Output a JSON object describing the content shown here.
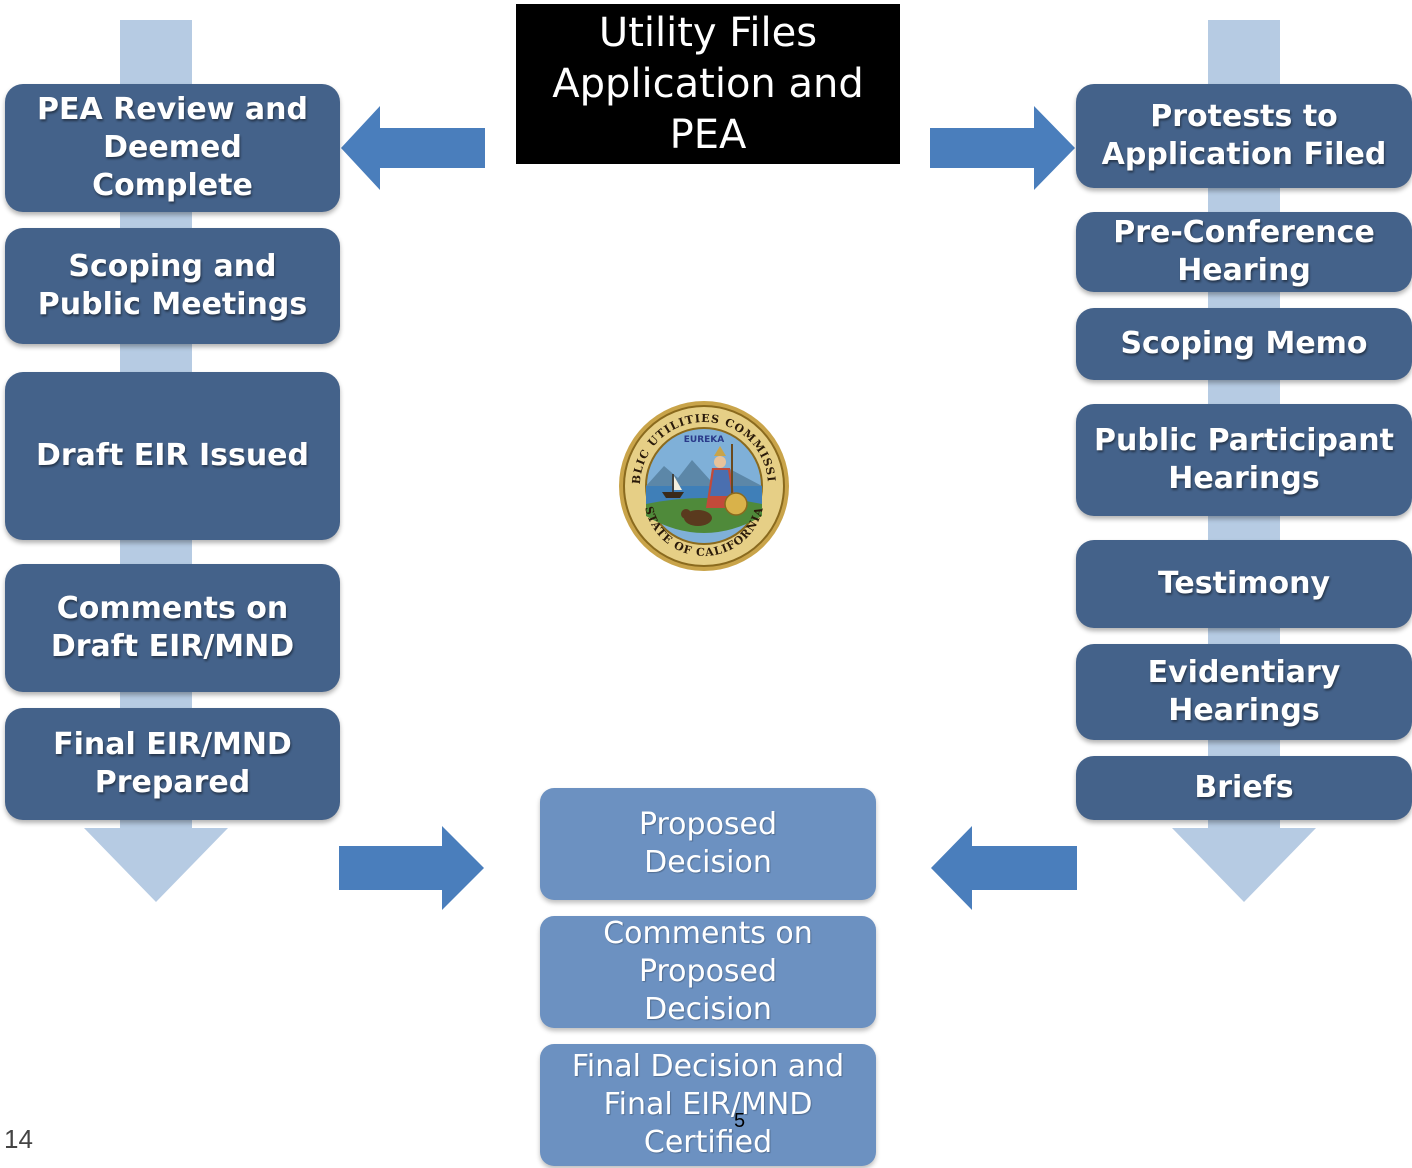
{
  "title": {
    "lines": [
      "Utility Files",
      "Application and",
      "PEA"
    ]
  },
  "left_column": [
    {
      "lines": [
        "PEA Review and",
        "Deemed",
        "Complete"
      ]
    },
    {
      "lines": [
        "Scoping and",
        "Public Meetings"
      ]
    },
    {
      "lines": [
        "Draft EIR Issued"
      ]
    },
    {
      "lines": [
        "Comments on",
        "Draft EIR/MND"
      ]
    },
    {
      "lines": [
        "Final EIR/MND",
        "Prepared"
      ]
    }
  ],
  "right_column": [
    {
      "lines": [
        "Protests to",
        "Application Filed"
      ]
    },
    {
      "lines": [
        "Pre-Conference",
        "Hearing"
      ]
    },
    {
      "lines": [
        "Scoping Memo"
      ]
    },
    {
      "lines": [
        "Public Participant",
        "Hearings"
      ]
    },
    {
      "lines": [
        "Testimony"
      ]
    },
    {
      "lines": [
        "Evidentiary",
        "Hearings"
      ]
    },
    {
      "lines": [
        "Briefs"
      ]
    }
  ],
  "bottom_column": [
    {
      "lines": [
        "Proposed",
        "Decision"
      ]
    },
    {
      "lines": [
        "Comments on",
        "Proposed",
        "Decision"
      ]
    },
    {
      "lines": [
        "Final Decision and",
        "Final EIR/MND",
        "Certified"
      ]
    }
  ],
  "seal": {
    "icon": "california-puc-seal-icon",
    "top_text": "PUBLIC UTILITIES COMMISSION",
    "bottom_text": "STATE OF CALIFORNIA",
    "motto": "EUREKA"
  },
  "slide_number": "14",
  "page_marker": "5",
  "colors": {
    "dark_box": "#44628a",
    "light_box": "#6c91c1",
    "arrow": "#4a7ebc",
    "column_arrow": "#b6cbe3",
    "title_bg": "#000000"
  }
}
